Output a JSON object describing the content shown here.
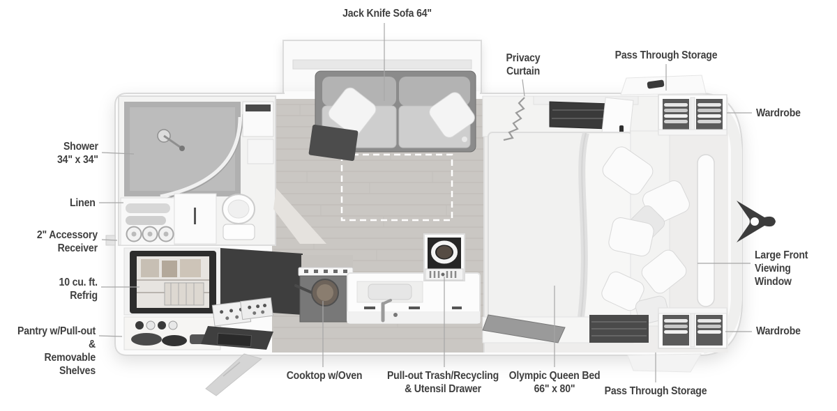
{
  "floorplan": {
    "type": "rv-travel-trailer-floorplan",
    "labels": {
      "jack_knife_sofa": "Jack Knife Sofa 64\"",
      "privacy_curtain": "Privacy\nCurtain",
      "pass_through_storage_top": "Pass Through Storage",
      "wardrobe_top": "Wardrobe",
      "shower": "Shower\n34\" x 34\"",
      "linen": "Linen",
      "accessory_receiver": "2\" Accessory\nReceiver",
      "refrigerator": "10 cu. ft.\nRefrig",
      "pantry": "Pantry w/Pull-out &\nRemovable Shelves",
      "cooktop": "Cooktop w/Oven",
      "trash": "Pull-out Trash/Recycling\n& Utensil Drawer",
      "queen_bed": "Olympic Queen Bed\n66\" x 80\"",
      "pass_through_storage_bottom": "Pass Through Storage",
      "wardrobe_bottom": "Wardrobe",
      "front_window": "Large Front\nViewing Window"
    },
    "icons": {
      "hitch": "trailer-hitch-arrow"
    },
    "colors": {
      "label_text": "#3f3f3f",
      "leader_line": "#a6a6a6",
      "dark_fixture": "#333333",
      "wood_floor": "#cac7c3",
      "slide_travel_outline": "#ffffff"
    }
  }
}
